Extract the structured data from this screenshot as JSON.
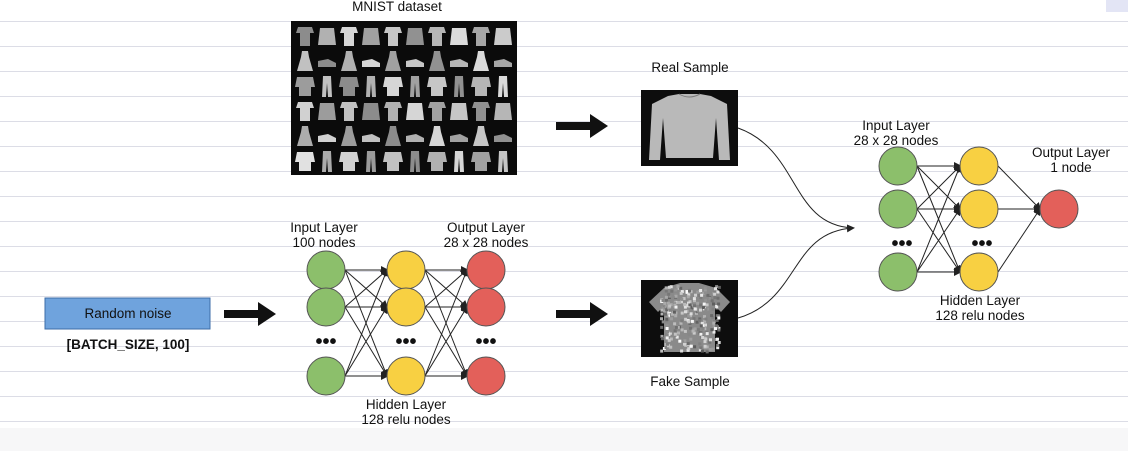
{
  "colors": {
    "input_node": "#8cbf6b",
    "hidden_node": "#f8d042",
    "output_node": "#e3605a",
    "noise_box": "#6fa3dd",
    "arrow": "#111111"
  },
  "dataset": {
    "title": "MNIST dataset"
  },
  "samples": {
    "real_label": "Real Sample",
    "fake_label": "Fake Sample"
  },
  "noise": {
    "label": "Random noise",
    "shape": "[BATCH_SIZE,  100]"
  },
  "generator": {
    "input_line1": "Input Layer",
    "input_line2": "100 nodes",
    "output_line1": "Output Layer",
    "output_line2": "28 x 28 nodes",
    "hidden_line1": "Hidden Layer",
    "hidden_line2": "128 relu nodes",
    "ellipsis": "•••"
  },
  "discriminator": {
    "input_line1": "Input Layer",
    "input_line2": "28 x 28 nodes",
    "output_line1": "Output Layer",
    "output_line2": "1 node",
    "hidden_line1": "Hidden Layer",
    "hidden_line2": "128 relu nodes",
    "ellipsis": "•••"
  }
}
